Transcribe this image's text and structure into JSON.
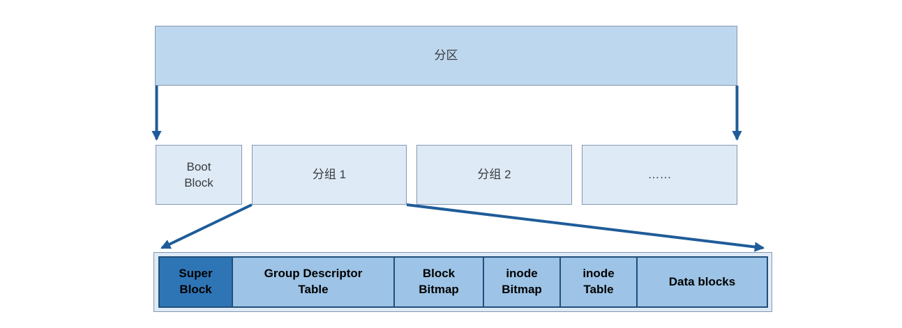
{
  "diagram": {
    "title_node": {
      "label": "分区"
    },
    "row2": {
      "items": [
        {
          "label": "Boot\nBlock"
        },
        {
          "label": "分组 1"
        },
        {
          "label": "分组 2"
        },
        {
          "label": "……"
        }
      ]
    },
    "group_detail": {
      "cells": [
        {
          "label": "Super\nBlock",
          "emphasized": true
        },
        {
          "label": "Group Descriptor\nTable",
          "emphasized": false
        },
        {
          "label": "Block\nBitmap",
          "emphasized": false
        },
        {
          "label": "inode\nBitmap",
          "emphasized": false
        },
        {
          "label": "inode\nTable",
          "emphasized": false
        },
        {
          "label": "Data blocks",
          "emphasized": false
        }
      ]
    },
    "colors": {
      "partition_fill": "#BDD7EE",
      "row2_fill": "#DEEAF6",
      "detail_cell_fill": "#9DC3E6",
      "super_block_fill": "#2E75B6",
      "outline_gray": "#8496B0",
      "detail_border_dark": "#1F4E79",
      "arrow": "#1F5C99"
    }
  }
}
